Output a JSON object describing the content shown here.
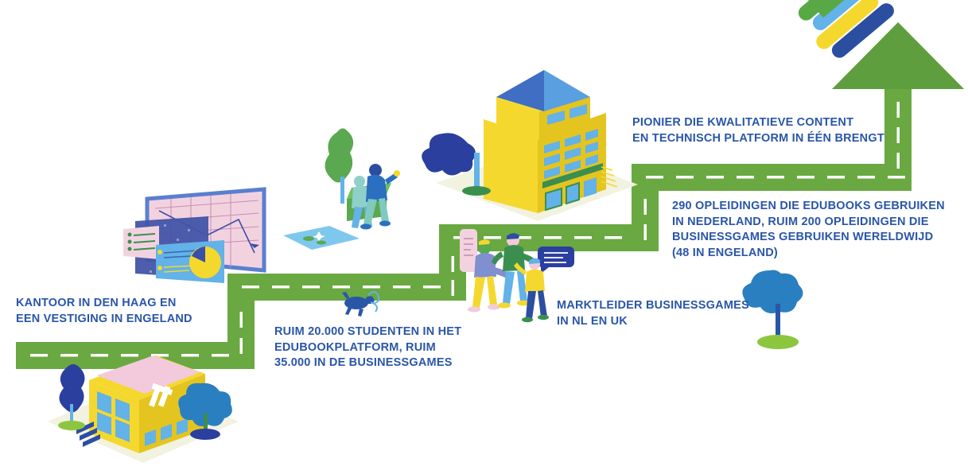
{
  "infographic": {
    "title": "Bedrijfsprofiel infographic",
    "colors": {
      "road_green": "#6aa842",
      "road_dash_white": "#ffffff",
      "text_blue": "#2a56a8",
      "building_yellow": "#f5d82e",
      "building_yellow_dark": "#e4c41f",
      "roof_pink": "#f3c9dc",
      "roof_blue": "#3f6ec2",
      "roof_blue_light": "#5a9fe0",
      "window_blue": "#63b2e8",
      "tree_blue": "#2a7fc0",
      "bush_navy": "#2b3f9e",
      "tree_green": "#5aa84f",
      "ground_cream": "#f2f2e0",
      "pond_blue": "#7ec8ed",
      "grass_green": "#8cc63f",
      "book_green": "#58a946",
      "book_lightblue": "#63b2e8",
      "book_yellow": "#f5d82e",
      "book_navy": "#2b4ea0",
      "chart_pink": "#f3d2e0",
      "chart_navy": "#3a4fa8",
      "accent_yellow": "#f5d82e"
    },
    "labels": [
      {
        "id": "office",
        "name": "label-office-location",
        "text": "KANTOOR IN DEN HAAG EN\nEEN VESTIGING IN ENGELAND"
      },
      {
        "id": "students",
        "name": "label-student-counts",
        "text": "RUIM 20.000 STUDENTEN IN HET\nEDUBOOKPLATFORM, RUIM\n35.000 IN DE BUSINESSGAMES"
      },
      {
        "id": "market",
        "name": "label-market-leader",
        "text": "MARKTLEIDER BUSINESSGAMES\nIN NL EN UK"
      },
      {
        "id": "programs",
        "name": "label-programs-count",
        "text": "290 OPLEIDINGEN DIE EDUBOOKS GEBRUIKEN\nIN NEDERLAND, RUIM 200 OPLEIDINGEN DIE\nBUSINESSGAMES GEBRUIKEN WERELDWIJD\n(48 IN ENGELAND)"
      },
      {
        "id": "pioneer",
        "name": "label-pioneer-statement",
        "text": "PIONIER DIE KWALITATIEVE CONTENT\nEN TECHNISCH PLATFORM IN ÉÉN BRENGT"
      }
    ],
    "illustrations": [
      {
        "name": "office-building-low",
        "description": "Geel isometrisch kantoorgebouw met roze dak"
      },
      {
        "name": "office-building-tall",
        "description": "Geel hoog kantoorgebouw met blauw puntdak"
      },
      {
        "name": "analytics-dashboard",
        "description": "Grafiek- en dashboardschermen"
      },
      {
        "name": "people-on-bench",
        "description": "Twee personen op een bankje"
      },
      {
        "name": "people-standing-group",
        "description": "Drie staande personen met spraakballon"
      },
      {
        "name": "pond",
        "description": "Vijver met waterlelies"
      },
      {
        "name": "dog",
        "description": "Blauwe hond op de weg"
      },
      {
        "name": "book-stack-arrow",
        "description": "Stapel boeken bij de groene pijlpunt"
      },
      {
        "name": "up-arrow",
        "description": "Groene pijl omhoog aan het einde van de weg"
      }
    ]
  }
}
